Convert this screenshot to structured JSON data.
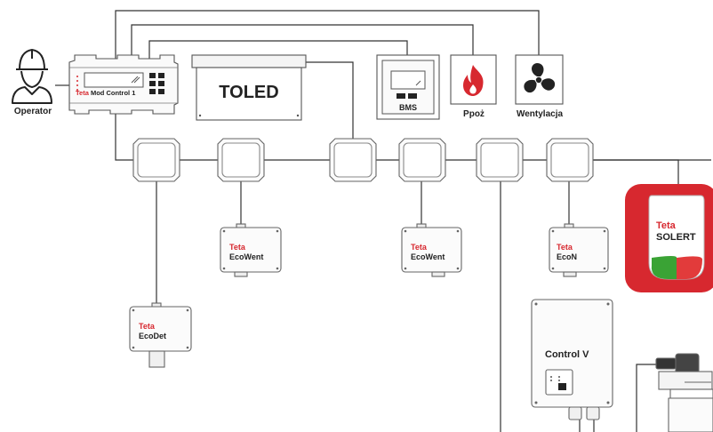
{
  "operator": {
    "label": "Operator",
    "icon": "operator-icon"
  },
  "controller": {
    "brand": "Teta",
    "model": "Mod Control 1"
  },
  "toled": {
    "label": "TOLED"
  },
  "bms": {
    "label": "BMS"
  },
  "fire": {
    "label": "Ppoż",
    "icon": "flame-icon",
    "color": "#d7282f"
  },
  "ventilation": {
    "label": "Wentylacja",
    "icon": "fan-icon"
  },
  "devices": {
    "ecodet": {
      "brand": "Teta",
      "model": "EcoDet"
    },
    "ecowent1": {
      "brand": "Teta",
      "model": "EcoWent"
    },
    "ecowent2": {
      "brand": "Teta",
      "model": "EcoWent"
    },
    "econ": {
      "brand": "Teta",
      "model": "EcoN"
    },
    "solert": {
      "brand": "Teta",
      "model": "SOLERT"
    },
    "controlv": {
      "label": "Control V"
    }
  },
  "colors": {
    "brand_red": "#d7282f",
    "line": "#333333",
    "device_stroke": "#666666"
  }
}
